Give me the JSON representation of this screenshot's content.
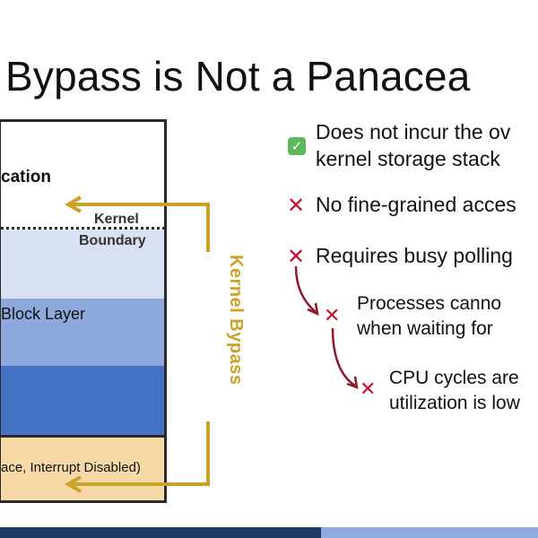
{
  "slide": {
    "title": "Bypass is Not a Panacea"
  },
  "diagram": {
    "app_label": "cation",
    "kernel_label": "Kernel",
    "boundary_label": "Boundary",
    "block_label": "Block Layer",
    "device_label": "ace, Interrupt Disabled)",
    "bypass_label": "Kernel Bypass",
    "bypass_color": "#c9a227"
  },
  "bullets": [
    {
      "icon": "check-icon",
      "line1": "Does not incur the ov",
      "line2": "kernel storage stack"
    },
    {
      "icon": "cross-icon",
      "line1": "No fine-grained acces"
    },
    {
      "icon": "cross-icon",
      "line1": "Requires busy polling"
    }
  ],
  "sub_bullets": [
    {
      "icon": "cross-icon",
      "line1": "Processes canno",
      "line2": "when waiting for"
    },
    {
      "icon": "cross-icon",
      "line1": "CPU cycles are",
      "line2": "utilization is low"
    }
  ],
  "colors": {
    "cross": "#c8102e",
    "check": "#5cb85c",
    "footer": "#1f3864",
    "footer_accent": "#8faadc",
    "connector": "#8b1a2b"
  }
}
